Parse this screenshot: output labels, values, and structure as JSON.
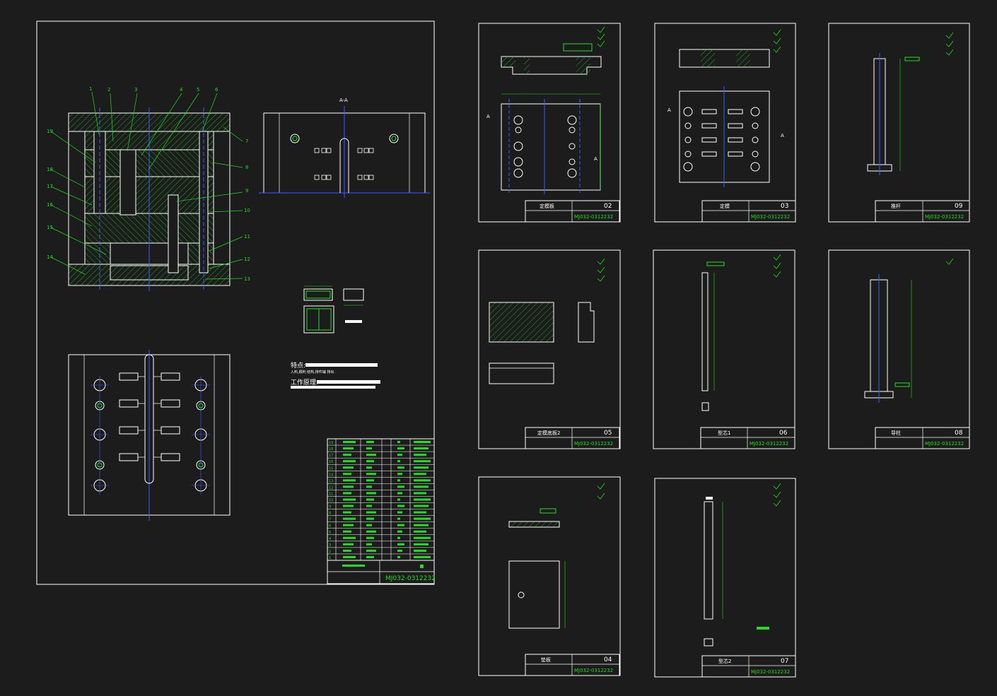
{
  "colors": {
    "background": "#1c1c1c",
    "frame": "#ffffff",
    "dimension": "#22dd22",
    "centerline": "#3a5cff",
    "hatch": "#22aa22"
  },
  "assembly": {
    "part_numbers": [
      "1",
      "2",
      "3",
      "4",
      "5",
      "6",
      "7",
      "8",
      "9",
      "10",
      "11",
      "12",
      "13",
      "14",
      "15",
      "16",
      "17",
      "18",
      "19"
    ],
    "section_label": "A-A",
    "features_label": "特点:",
    "features_text": "入料,顺利 结构,排件辅 排出.",
    "principle_label": "工作原理:",
    "drawing_code": "MJ032-0312232",
    "bom_row_numbers": [
      "19",
      "18",
      "17",
      "16",
      "15",
      "14",
      "13",
      "12",
      "11",
      "10",
      "9",
      "8",
      "7",
      "6",
      "5",
      "4",
      "3",
      "2",
      "1"
    ]
  },
  "sheets": [
    {
      "id": "02",
      "name": "定模板",
      "code": "MJ032-0312232",
      "section": "A"
    },
    {
      "id": "03",
      "name": "定模",
      "code": "MJ032-0312232",
      "section": "A"
    },
    {
      "id": "09",
      "name": "推杆",
      "code": "MJ032-0312232"
    },
    {
      "id": "05",
      "name": "定模底板2",
      "code": "MJ032-0312232"
    },
    {
      "id": "06",
      "name": "型芯1",
      "code": "MJ032-0312232"
    },
    {
      "id": "08",
      "name": "导柱",
      "code": "MJ032-0312232"
    },
    {
      "id": "04",
      "name": "垫板",
      "code": "MJ032-0312232"
    },
    {
      "id": "07",
      "name": "型芯2",
      "code": "MJ032-0312232"
    }
  ]
}
